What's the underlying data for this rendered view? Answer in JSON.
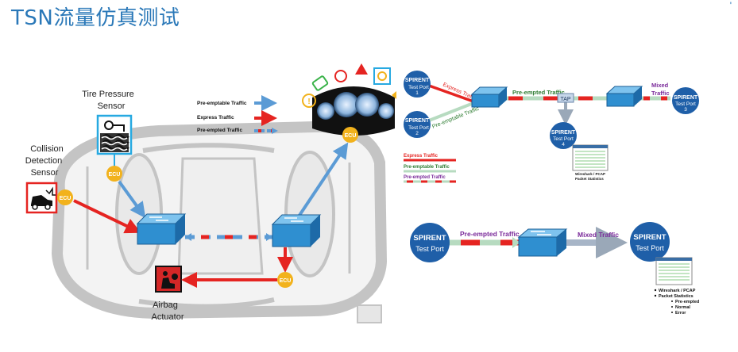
{
  "title": "TSN流量仿真测试",
  "corner_mark": "'",
  "left": {
    "tire_sensor_label": [
      "Tire Pressure",
      "Sensor"
    ],
    "collision_sensor_label": [
      "Collision",
      "Detection",
      "Sensor"
    ],
    "airbag_label": [
      "Airbag",
      "Actuator"
    ],
    "ecu": "ECU",
    "legend": [
      "Pre-emptable Traffic",
      "Express Traffic",
      "Pre-empted Traffic"
    ]
  },
  "top_right": {
    "spirent": "SPIRENT",
    "port1": [
      "Test Port",
      "1"
    ],
    "port2": [
      "Test Port",
      "2"
    ],
    "port3": [
      "Test Port",
      "3"
    ],
    "port4": [
      "Test Port",
      "4"
    ],
    "express_label": "Express Traffic",
    "preemptable_label": "Pre-emptable Traffic",
    "preempted_label": "Pre-empted Traffic",
    "mixed_label": [
      "Mixed",
      "Traffic"
    ],
    "tap": "TAP",
    "notes": [
      "Wireshark / PCAP",
      "Packet Statistics"
    ],
    "legend": [
      "Express Traffic",
      "Pre-emptable Traffic",
      "Pre-empted Traffic"
    ]
  },
  "bottom_right": {
    "spirent": "SPIRENT",
    "test_port": "Test Port",
    "preempted_label": "Pre-empted Traffic",
    "mixed_label": "Mixed Traffic",
    "notes": [
      "Wireshark / PCAP",
      "Packet Statistics"
    ],
    "sub_notes": [
      "Pre-empted",
      "Normal",
      "Error"
    ]
  },
  "colors": {
    "title": "#2a78b8",
    "express": "#e52421",
    "preemptable": "#5b9bd5",
    "spirent_blue": "#1f5fa8",
    "switch_blue": "#2f8fd0",
    "ecu": "#f2b21c"
  }
}
